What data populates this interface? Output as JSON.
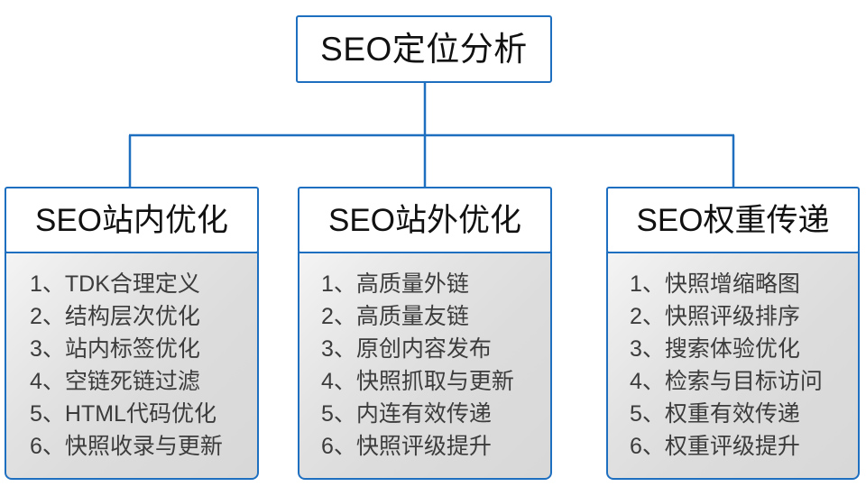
{
  "diagram": {
    "type": "hierarchy",
    "root": {
      "title": "SEO定位分析"
    },
    "branches": [
      {
        "header": "SEO站内优化",
        "items": [
          "1、TDK合理定义",
          "2、结构层次优化",
          "3、站内标签优化",
          "4、空链死链过滤",
          "5、HTML代码优化",
          "6、快照收录与更新"
        ]
      },
      {
        "header": "SEO站外优化",
        "items": [
          "1、高质量外链",
          "2、高质量友链",
          "3、原创内容发布",
          "4、快照抓取与更新",
          "5、内连有效传递",
          "6、快照评级提升"
        ]
      },
      {
        "header": "SEO权重传递",
        "items": [
          "1、快照增缩略图",
          "2、快照评级排序",
          "3、搜索体验优化",
          "4、检索与目标访问",
          "5、权重有效传递",
          "6、权重评级提升"
        ]
      }
    ],
    "colors": {
      "border": "#1f6fc0",
      "connector": "#1f6fc0",
      "node_fill": "#ffffff",
      "body_fill": "#dcdcdc",
      "title_text": "#111111",
      "item_text": "#3c3c3c",
      "background": "#ffffff"
    }
  }
}
